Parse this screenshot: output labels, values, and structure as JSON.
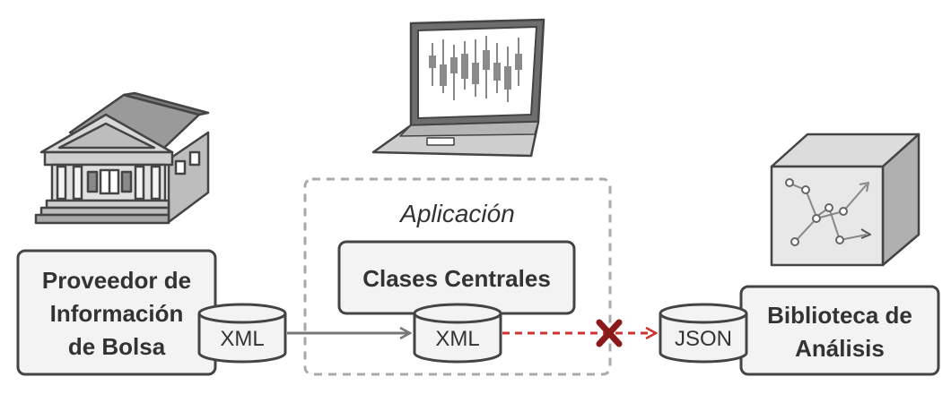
{
  "app_frame": {
    "label": "Aplicación"
  },
  "provider": {
    "lines": [
      "Proveedor de",
      "Información",
      "de Bolsa"
    ],
    "format": "XML"
  },
  "core": {
    "label": "Clases Centrales",
    "format": "XML"
  },
  "library": {
    "lines": [
      "Biblioteca de",
      "Análisis"
    ],
    "format": "JSON"
  },
  "icons": {
    "provider": "stock-exchange-building-icon",
    "app": "laptop-chart-icon",
    "library": "analytics-box-icon",
    "blocked": "red-x-icon"
  },
  "colors": {
    "box_fill": "#f3f3f3",
    "stroke": "#444444",
    "frame_dash": "#aaaaaa",
    "arrow_ok": "#777777",
    "arrow_blocked": "#cc3333",
    "x_mark": "#8b1a1a"
  }
}
